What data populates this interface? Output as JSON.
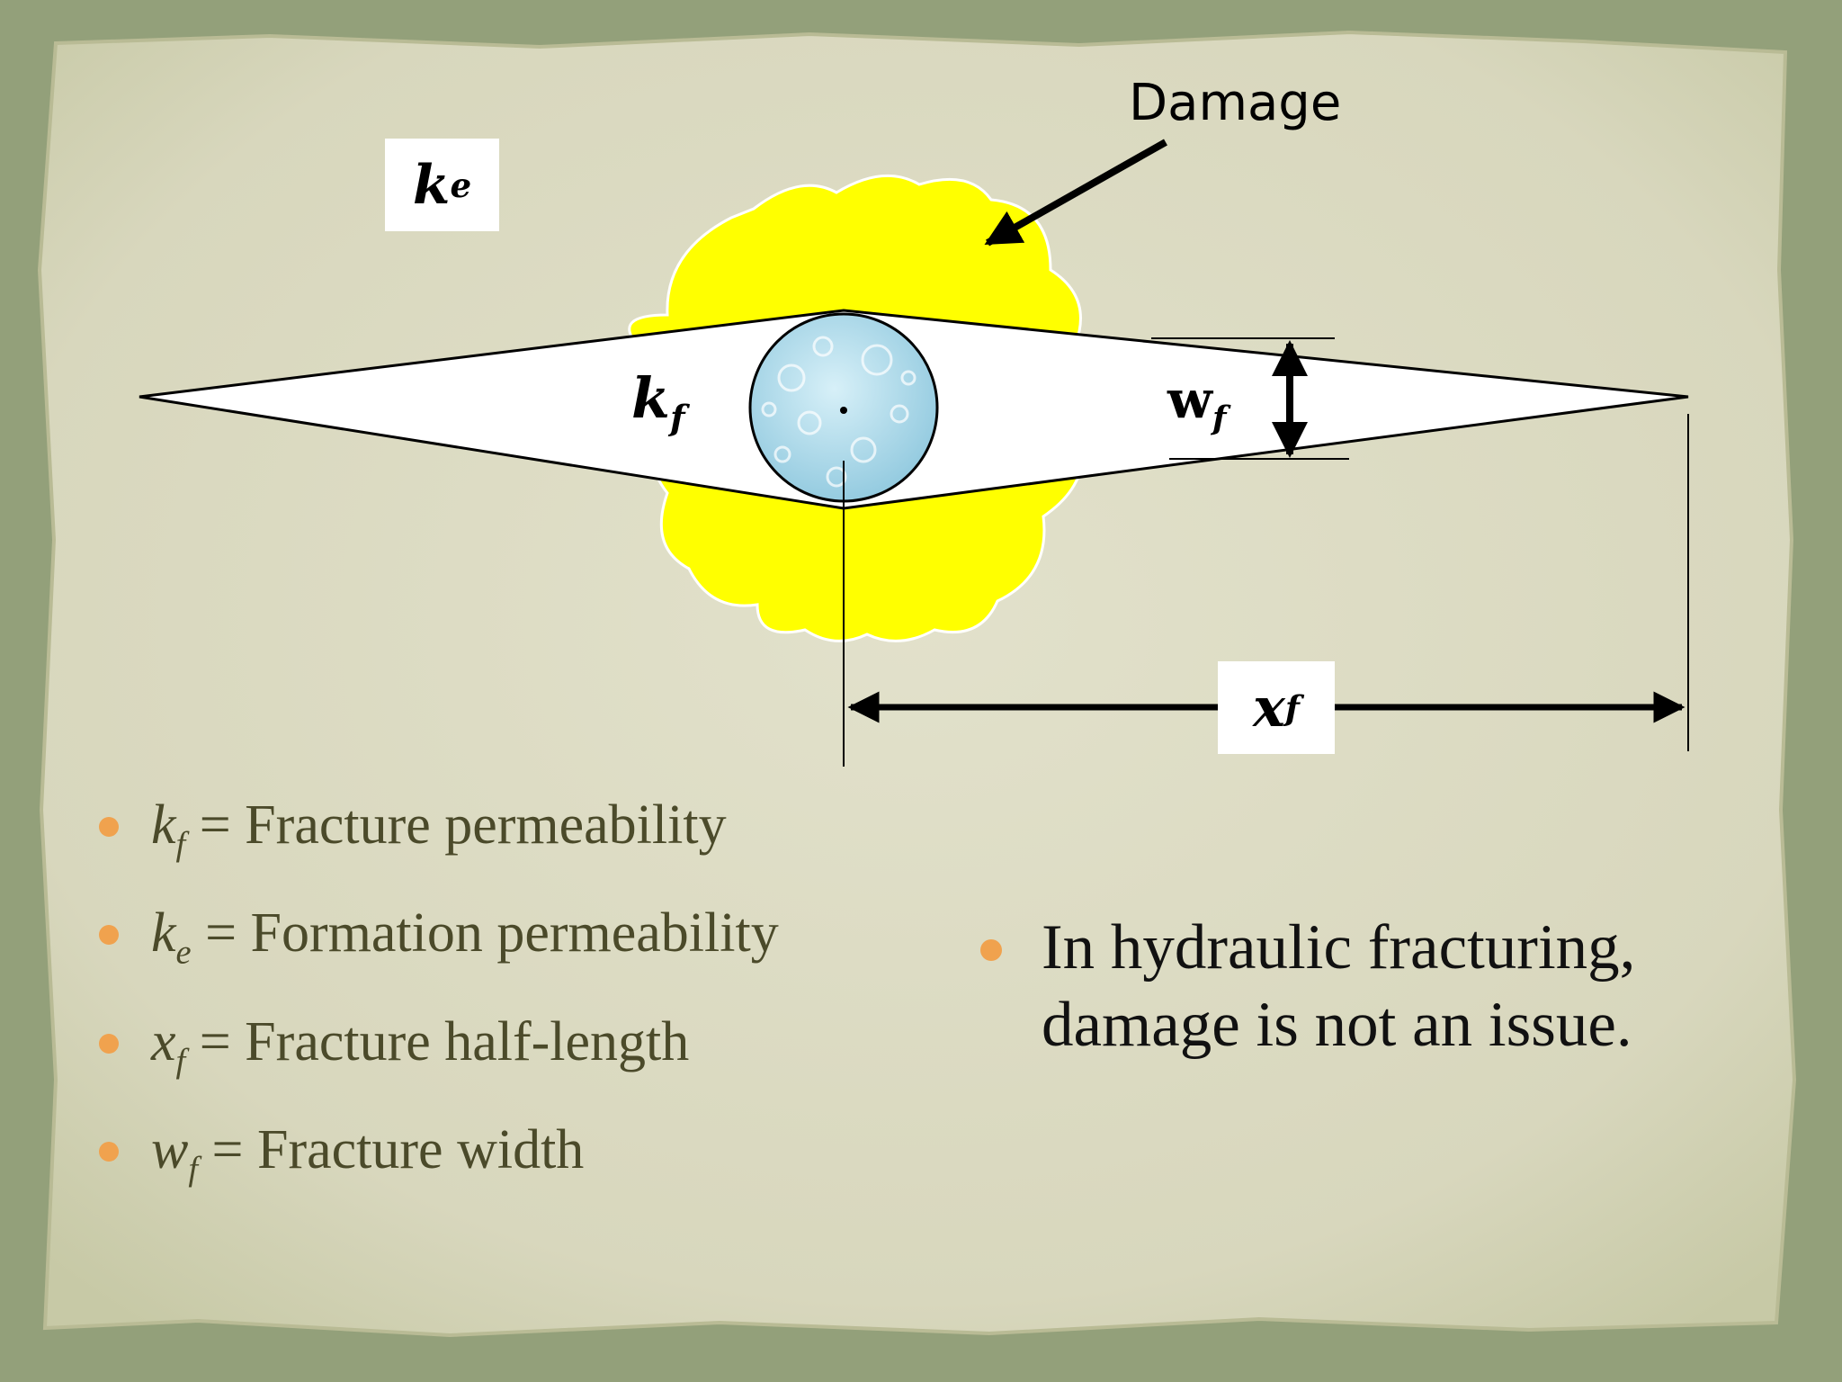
{
  "diagram": {
    "damage_label": "Damage",
    "ke_label": {
      "main": "k",
      "sub": "e"
    },
    "kf_label": {
      "main": "k",
      "sub": "f"
    },
    "wf_label": {
      "main": "w",
      "sub": "f"
    },
    "xf_label": {
      "main": "x",
      "sub": "f"
    },
    "colors": {
      "damage_zone": "#ffff00",
      "fracture": "#ffffff",
      "wellbore": "#a9d8ea",
      "line": "#000000"
    }
  },
  "legend": [
    {
      "symbol": "k",
      "sub": "f",
      "text": " = Fracture permeability"
    },
    {
      "symbol": "k",
      "sub": "e",
      "text": " = Formation permeability"
    },
    {
      "symbol": "x",
      "sub": "f",
      "text": " = Fracture half-length"
    },
    {
      "symbol": "w",
      "sub": "f",
      "text": " = Fracture width"
    }
  ],
  "note": "In hydraulic fracturing, damage is not an issue.",
  "colors": {
    "page_border": "#93a07a",
    "paper": "#dcdbc3",
    "legend_text": "#4b4a2a",
    "bullet": "#f0a24e"
  }
}
